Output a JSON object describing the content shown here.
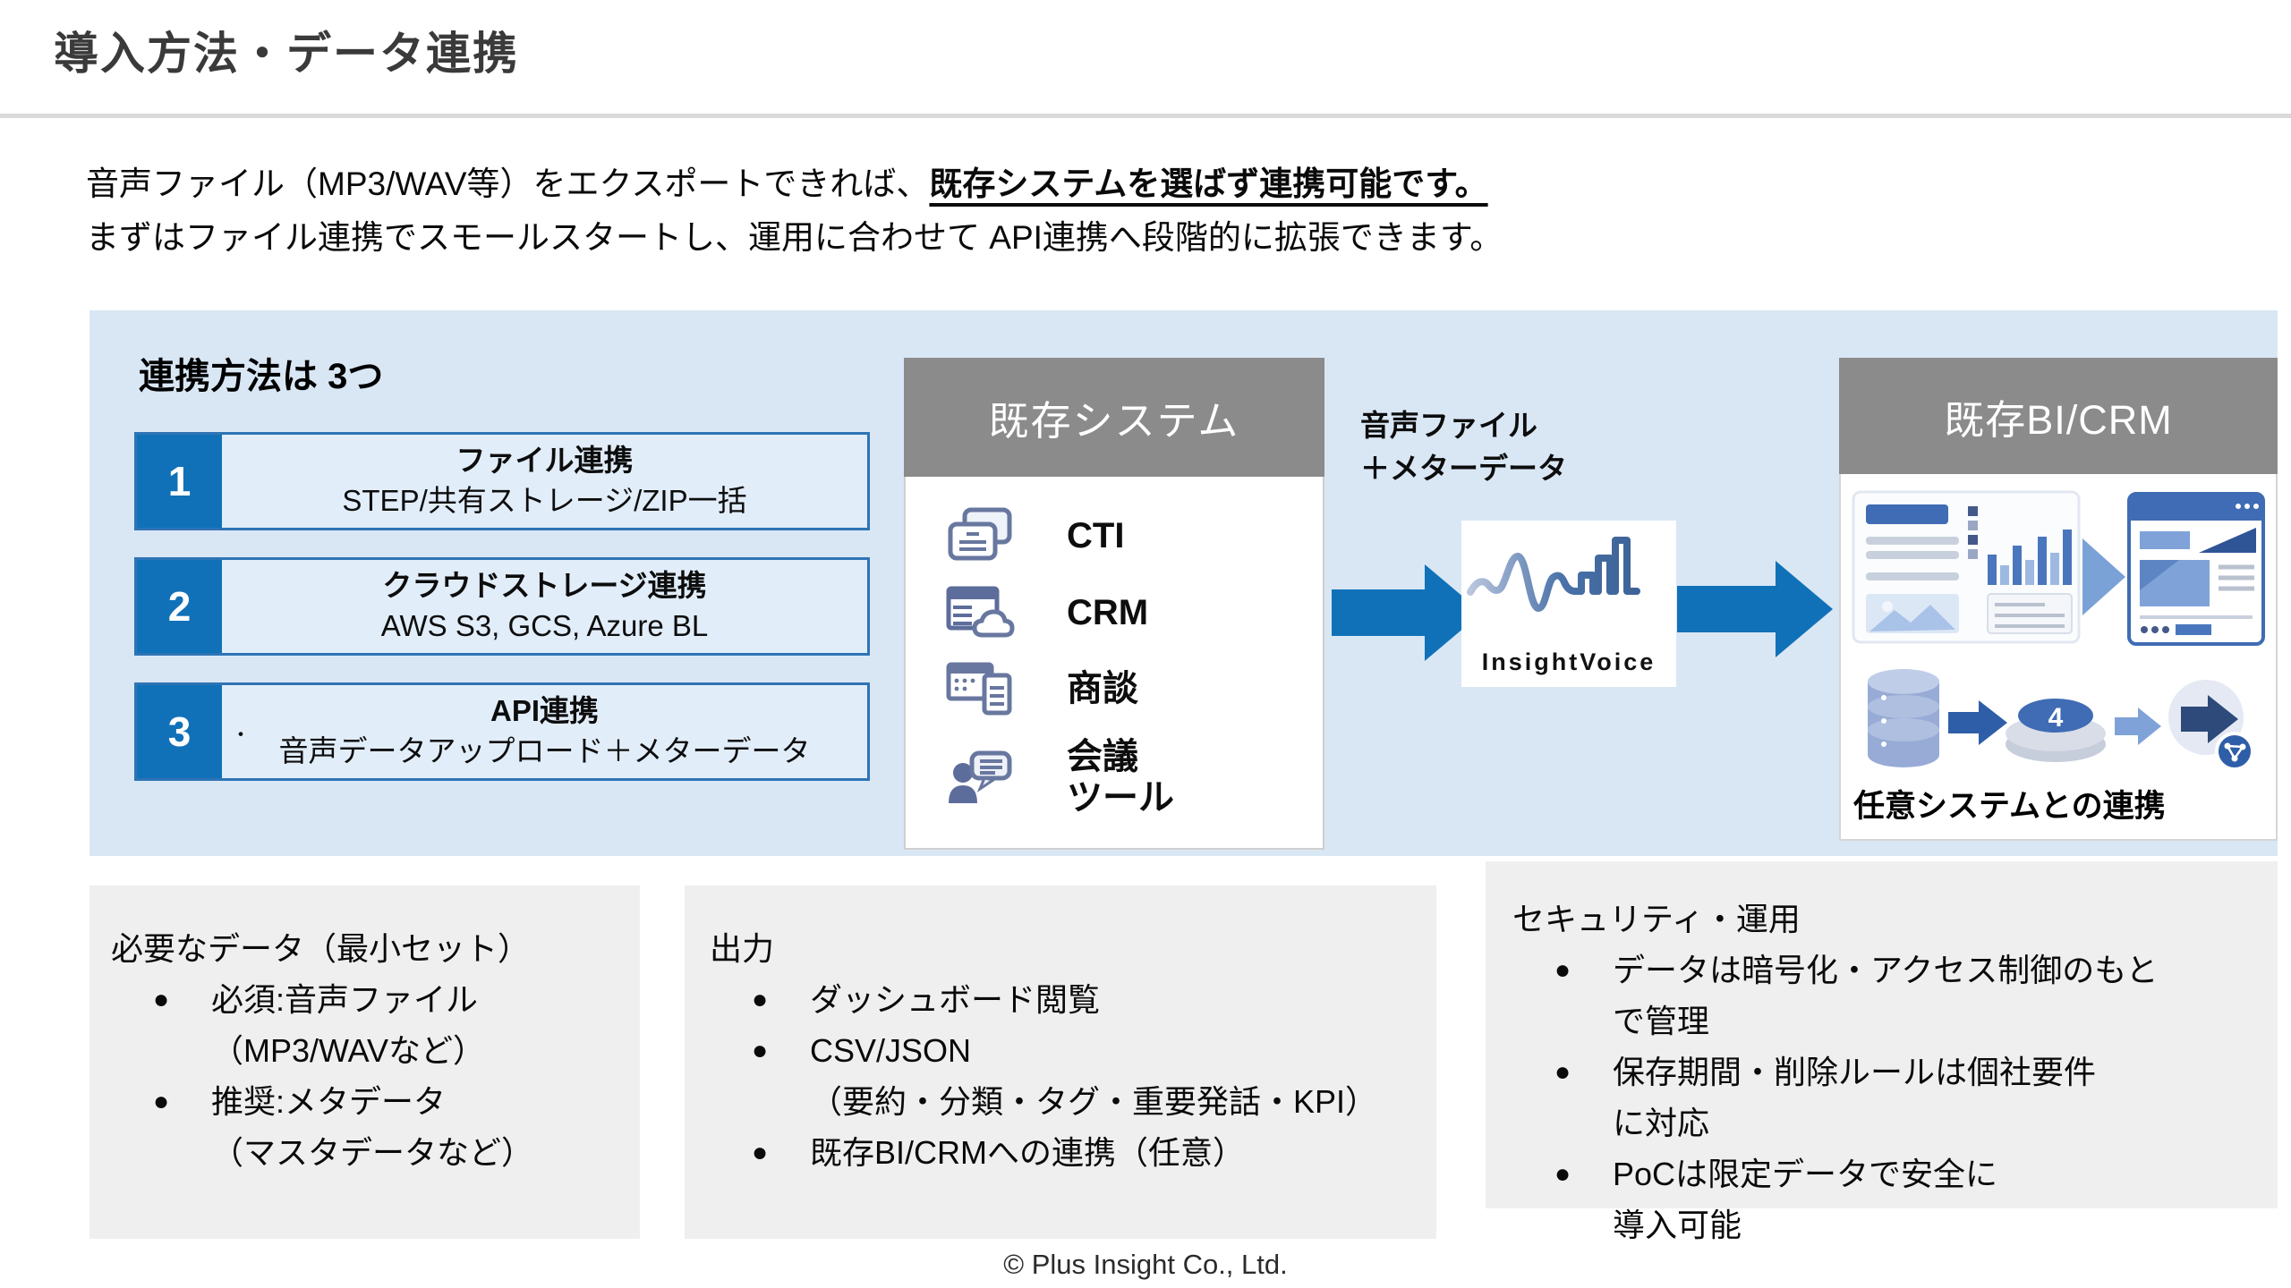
{
  "colors": {
    "accent_blue": "#1171b8",
    "panel_blue": "#d9e7f5",
    "header_gray": "#8b8b8b",
    "card_gray": "#efefef",
    "border_blue": "#2e74b5",
    "icon_slate": "#68779f"
  },
  "header": {
    "title": "導入方法・データ連携"
  },
  "intro": {
    "line1_normal": "音声ファイル（MP3/WAV等）をエクスポートできれば、",
    "line1_emphasis": "既存システムを選ばず連携可能です。",
    "line2": "まずはファイル連携でスモールスタートし、運用に合わせて API連携へ段階的に拡張できます。"
  },
  "panel": {
    "heading": "連携方法は 3つ",
    "methods": [
      {
        "num": "1",
        "title": "ファイル連携",
        "subtitle": "STEP/共有ストレージ/ZIP一括"
      },
      {
        "num": "2",
        "title": "クラウドストレージ連携",
        "subtitle": "AWS S3, GCS, Azure BL"
      },
      {
        "num": "3",
        "title": "API連携",
        "subtitle": "音声データアップロード＋メターデータ",
        "bullet": "・"
      }
    ],
    "source_system": {
      "header": "既存システム",
      "items": [
        {
          "icon": "cards-icon",
          "label": "CTI"
        },
        {
          "icon": "table-cloud-icon",
          "label": "CRM"
        },
        {
          "icon": "monitor-document-icon",
          "label": "商談"
        },
        {
          "icon": "person-chat-icon",
          "label": "会議\nツール"
        }
      ]
    },
    "flow_label": "音声ファイル\n＋メターデータ",
    "logo_text": "InsightVoice",
    "bi_crm": {
      "header": "既存BI/CRM",
      "caption": "任意システムとの連携"
    }
  },
  "cards": {
    "required_data": {
      "heading": "必要なデータ（最小セット）",
      "bullet_char": "●",
      "bullets": [
        "必須:音声ファイル\n（MP3/WAVなど）",
        "推奨:メタデータ\n（マスタデータなど）"
      ]
    },
    "output": {
      "heading": "出力",
      "bullet_char": "●",
      "bullets": [
        "ダッシュボード閲覧",
        "CSV/JSON\n（要約・分類・タグ・重要発話・KPI）",
        "既存BI/CRMへの連携（任意）"
      ]
    },
    "security": {
      "heading": "セキュリティ・運用",
      "bullet_char": "●",
      "bullets": [
        "データは暗号化・アクセス制御のもと\nで管理",
        "保存期間・削除ルールは個社要件\nに対応",
        "PoCは限定データで安全に\n導入可能"
      ]
    }
  },
  "footer": {
    "copyright": "© Plus Insight Co., Ltd."
  }
}
